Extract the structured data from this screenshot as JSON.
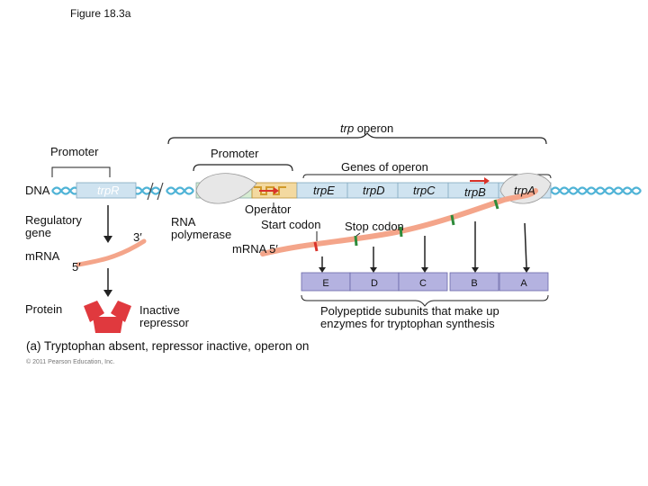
{
  "figure_title": "Figure 18.3a",
  "labels": {
    "trp_operon_italic": "trp",
    "trp_operon_rest": " operon",
    "promoter_left": "Promoter",
    "promoter_right": "Promoter",
    "genes_of_operon": "Genes of operon",
    "dna": "DNA",
    "trpR": "trpR",
    "trpE": "trpE",
    "trpD": "trpD",
    "trpC": "trpC",
    "trpB": "trpB",
    "trpA": "trpA",
    "regulatory_gene": "Regulatory gene",
    "three_prime": "3′",
    "rna_polymerase": "RNA polymerase",
    "operator": "Operator",
    "start_codon": "Start codon",
    "stop_codon": "Stop codon",
    "mrna_left": "mRNA",
    "five_prime_left": "5′",
    "mrna_5": "mRNA 5′",
    "protein": "Protein",
    "inactive_repressor": "Inactive repressor",
    "polypeptide_caption": "Polypeptide subunits that make up enzymes for tryptophan synthesis",
    "panel_caption": "(a) Tryptophan absent, repressor inactive, operon on",
    "copyright": "© 2011 Pearson Education, Inc."
  },
  "polypeptides": [
    "E",
    "D",
    "C",
    "B",
    "A"
  ],
  "colors": {
    "dna_helix": "#4fb3d6",
    "gene_box": "#cfe3f0",
    "operator_box": "#e8b24a",
    "mrna": "#f4a58a",
    "repressor": "#e0393e",
    "polypeptide_box": "#b4b2e0",
    "start_codon_mark": "#d9332a",
    "stop_codon_mark": "#2e8b3a"
  }
}
